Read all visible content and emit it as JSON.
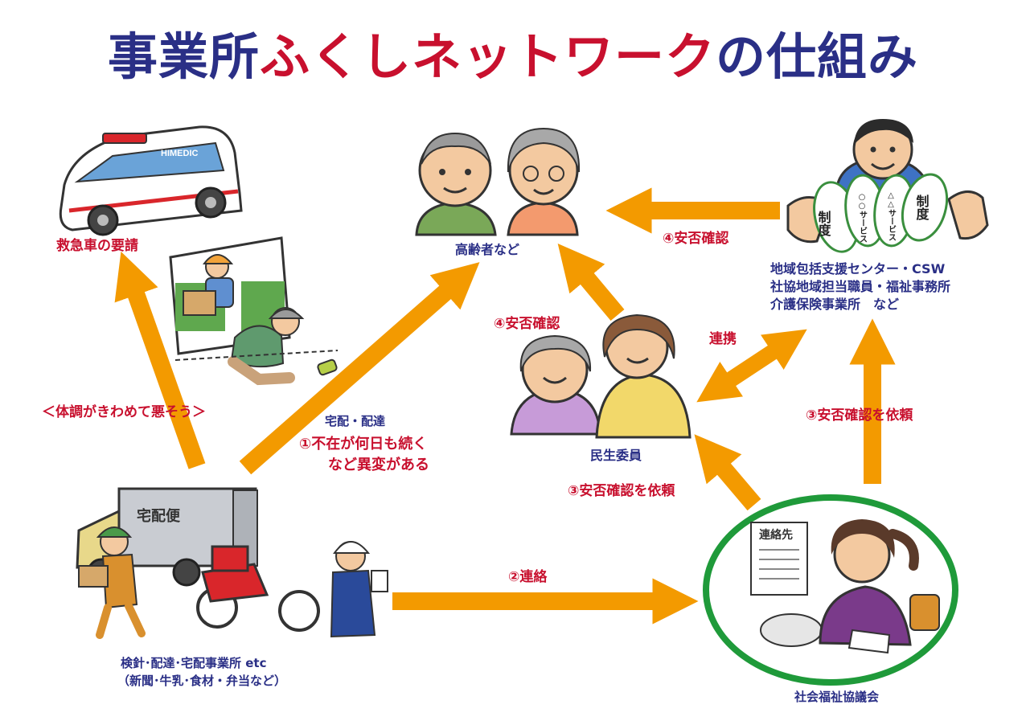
{
  "title": {
    "part1": "事業所",
    "part2": "ふくしネットワーク",
    "part3": "の仕組み"
  },
  "colors": {
    "navy": "#2a2f86",
    "red": "#c8102e",
    "arrow": "#f39a00",
    "green_ring": "#1f9a3a"
  },
  "nodes": {
    "ambulance": {
      "label": "救急車の要請",
      "vehicle_text": "HIMEDIC"
    },
    "elderly": {
      "label": "高齢者など"
    },
    "support_center": {
      "lines": [
        "地域包括支援センター・CSW",
        "社協地域担当職員・福祉事務所",
        "介護保険事業所　など"
      ],
      "cards": [
        "制度",
        "○○サービス",
        "△△サービス",
        "制度"
      ]
    },
    "minsei": {
      "label": "民生委員"
    },
    "business": {
      "lines": [
        "検針･配達･宅配事業所 etc",
        "（新聞･牛乳･食材・弁当など）"
      ],
      "truck_text": "宅配便"
    },
    "council": {
      "label": "社会福祉協議会",
      "memo_text": "連絡先"
    }
  },
  "annotations": {
    "bad_condition": "＜体調がきわめて悪そう＞",
    "delivery": "宅配・配達",
    "step1_line1": "①不在が何日も続く",
    "step1_line2": "など異変がある",
    "step2": "②連絡",
    "step3_left": "③安否確認を依頼",
    "step3_right": "③安否確認を依頼",
    "step4_left": "④安否確認",
    "step4_top": "④安否確認",
    "cooperation": "連携"
  }
}
